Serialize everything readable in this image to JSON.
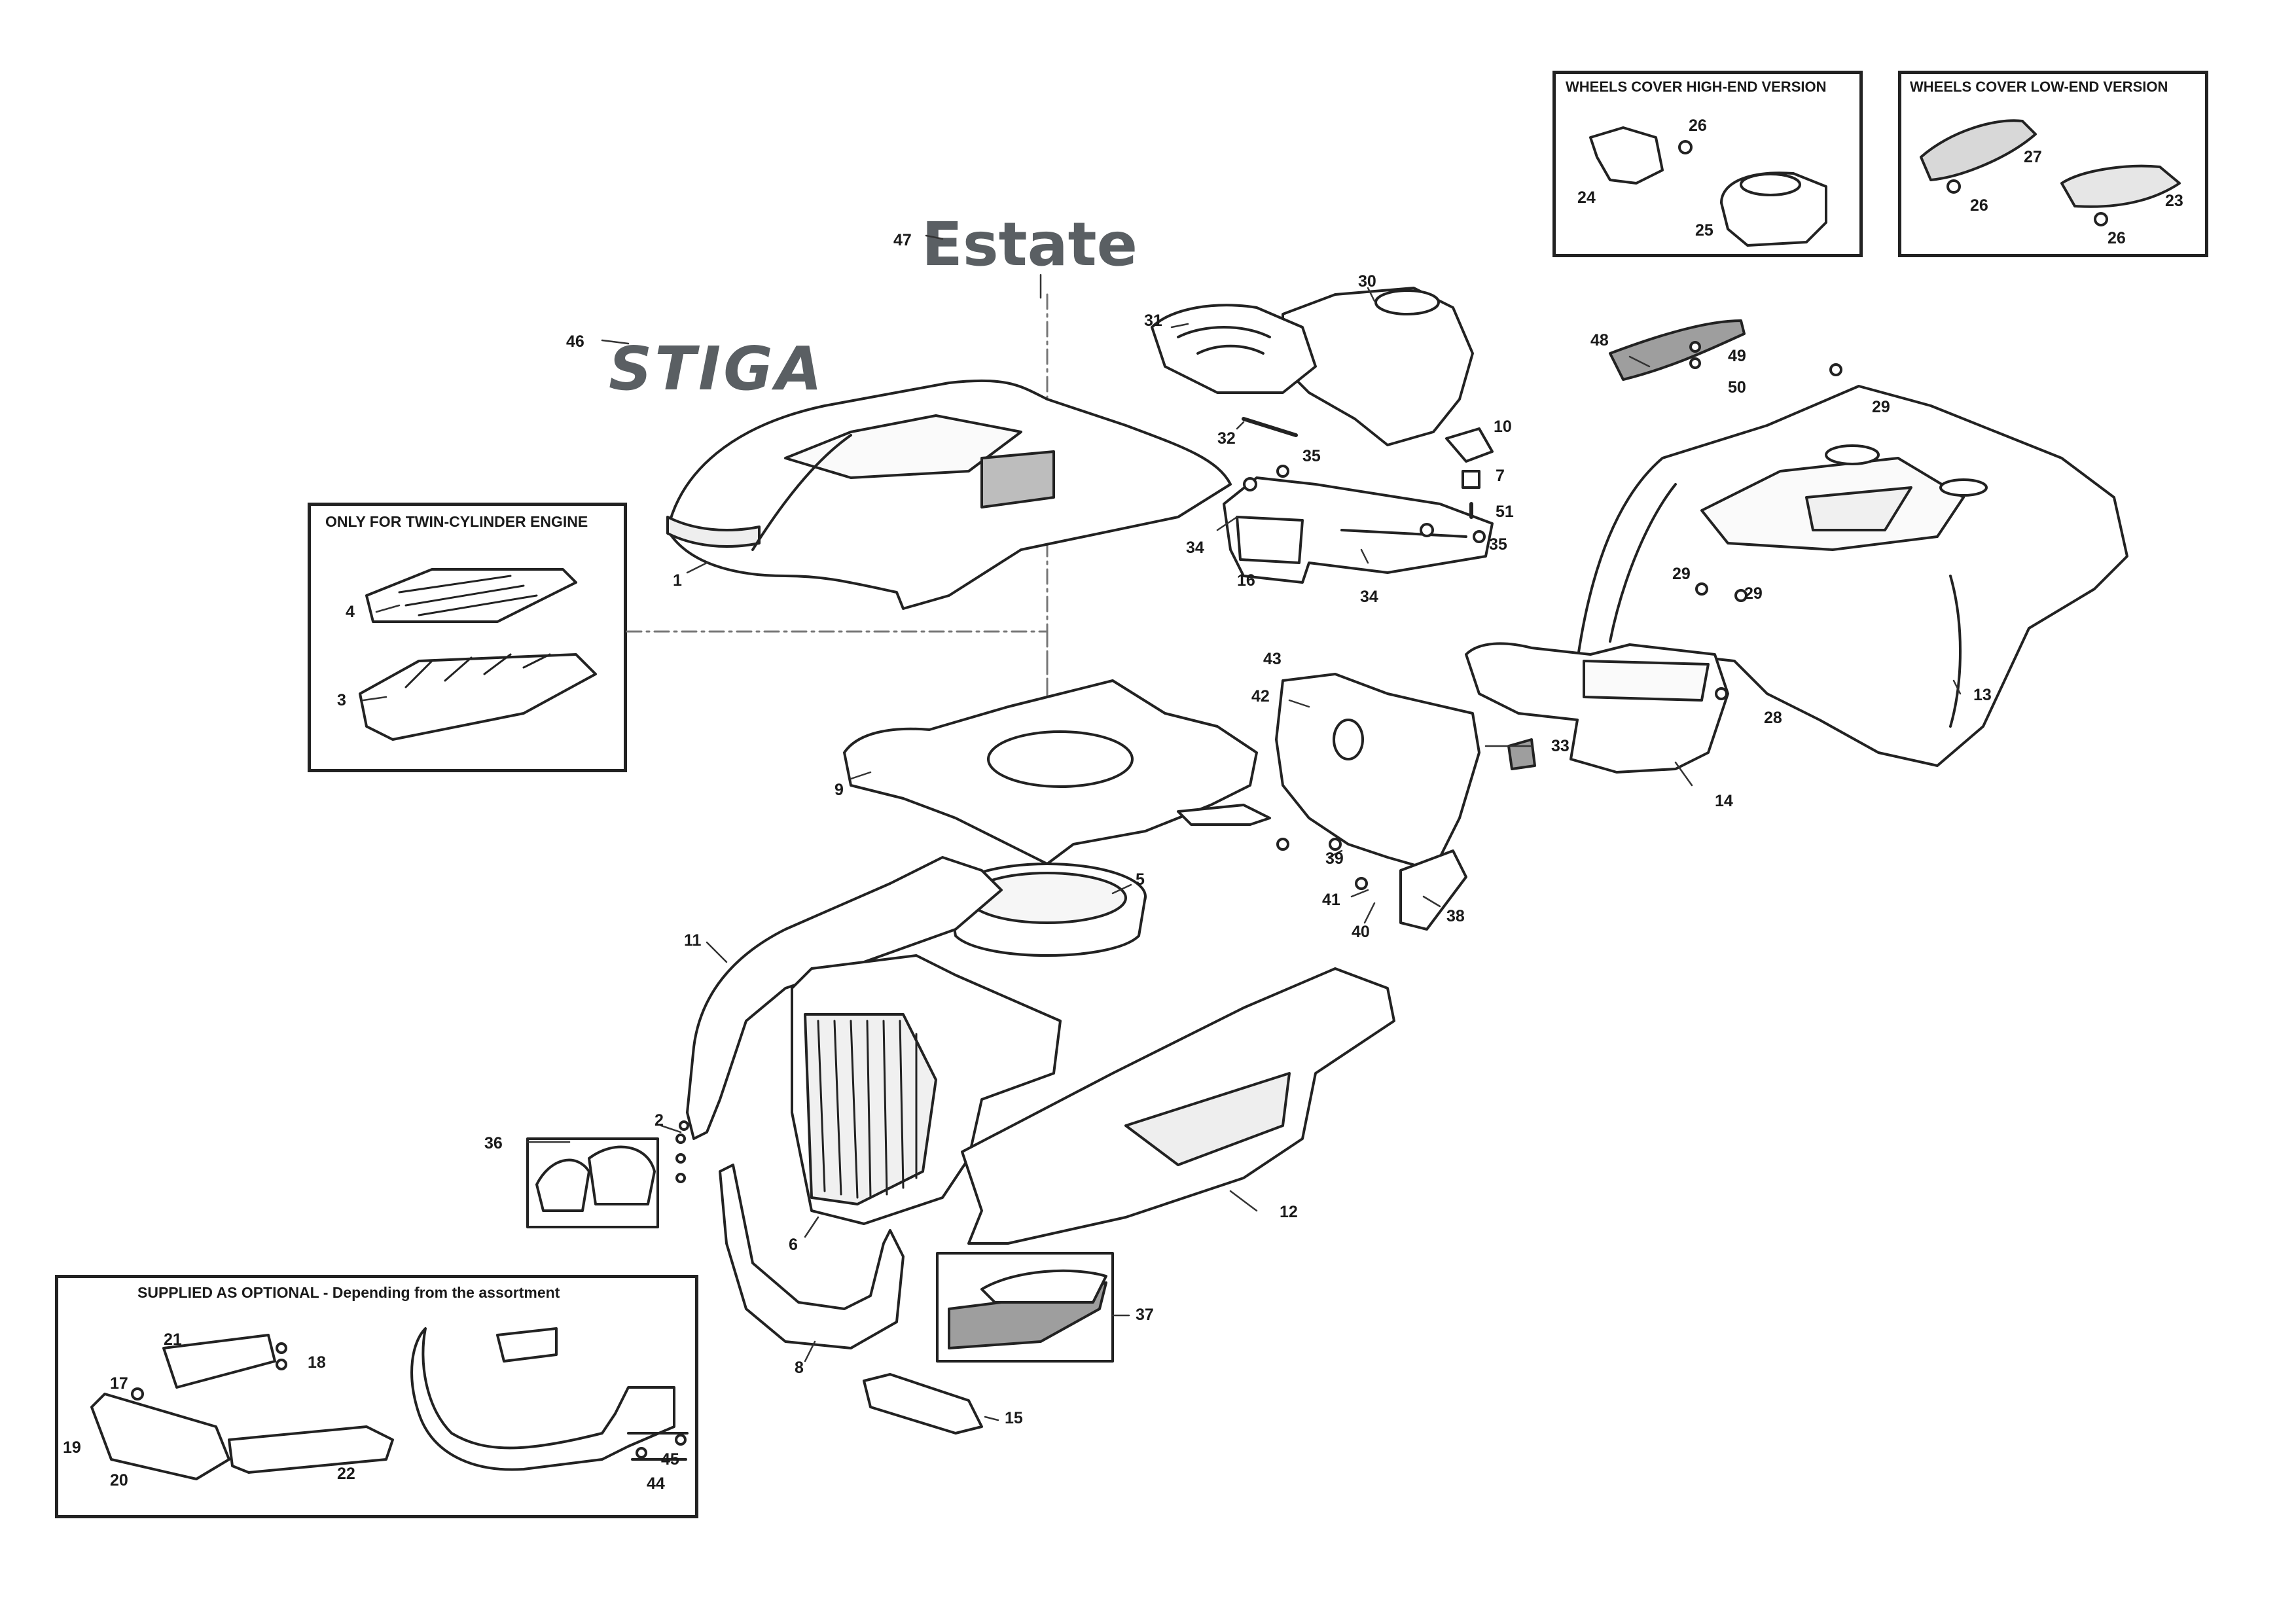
{
  "boxes": {
    "twin_cylinder_title": "ONLY FOR TWIN-CYLINDER ENGINE",
    "optional_title": "SUPPLIED AS OPTIONAL - Depending from the assortment",
    "high_end_title": "WHEELS COVER HIGH-END VERSION",
    "low_end_title": "WHEELS COVER LOW-END VERSION"
  },
  "brand": {
    "stiga_logo": "STIGA",
    "estate_label": "Estate"
  },
  "colors": {
    "line": "#222222",
    "part_fill": "#ffffff",
    "decal_grey": "#bdbdbd",
    "brand_grey": "#5a5f63"
  },
  "callouts": {
    "c1": "1",
    "c2": "2",
    "c3": "3",
    "c4": "4",
    "c5": "5",
    "c6": "6",
    "c7": "7",
    "c8": "8",
    "c9": "9",
    "c10": "10",
    "c11": "11",
    "c12": "12",
    "c13": "13",
    "c14": "14",
    "c15": "15",
    "c16": "16",
    "c17": "17",
    "c18": "18",
    "c19": "19",
    "c20": "20",
    "c21": "21",
    "c22": "22",
    "c23": "23",
    "c24": "24",
    "c25": "25",
    "c26a": "26",
    "c26b": "26",
    "c26c": "26",
    "c27": "27",
    "c28": "28",
    "c29a": "29",
    "c29b": "29",
    "c29c": "29",
    "c30": "30",
    "c31": "31",
    "c32": "32",
    "c33": "33",
    "c34a": "34",
    "c34b": "34",
    "c35a": "35",
    "c35b": "35",
    "c36": "36",
    "c37": "37",
    "c38": "38",
    "c39": "39",
    "c40": "40",
    "c41": "41",
    "c42": "42",
    "c43": "43",
    "c44": "44",
    "c45": "45",
    "c46": "46",
    "c47": "47",
    "c48": "48",
    "c49": "49",
    "c50": "50",
    "c51": "51"
  }
}
